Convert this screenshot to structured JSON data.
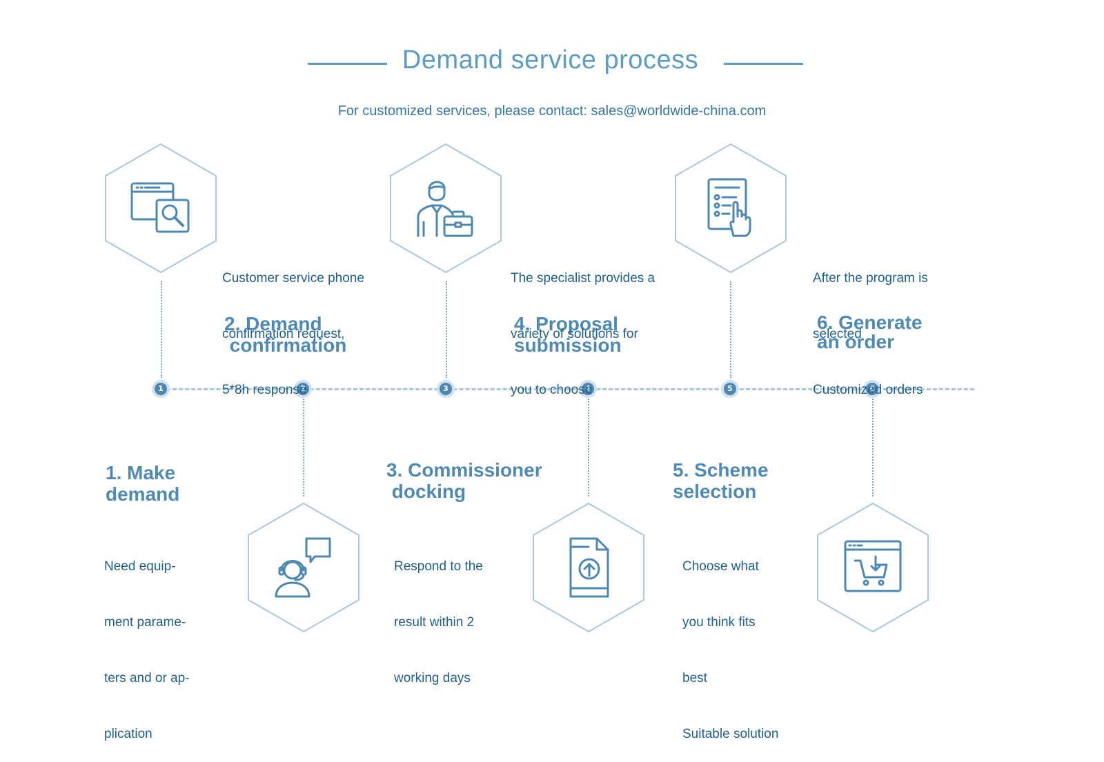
{
  "header": {
    "title": "Demand service process",
    "subtitle": "For customized services, please contact: sales@worldwide-china.com"
  },
  "colors": {
    "accent": "#5b9bc4",
    "text": "#1f5f8b",
    "heading": "#4f8ab5",
    "node": "#4d88b3",
    "hexagon_stroke": "#a9c8dc"
  },
  "steps": [
    {
      "number": "1",
      "title_lines": [
        "1. Make",
        "demand"
      ],
      "description_lines": [
        "Need equip-",
        "ment parame-",
        "ters and or ap-",
        "plication"
      ],
      "icon": "browser-search-icon"
    },
    {
      "number": "2",
      "title_lines": [
        "2. Demand",
        " confirmation"
      ],
      "description_lines": [
        "Customer service phone",
        "confirmation request,",
        "5*8h response"
      ],
      "icon": "customer-service-headset-icon"
    },
    {
      "number": "3",
      "title_lines": [
        "3. Commissioner",
        " docking"
      ],
      "description_lines": [
        "Respond to the",
        "result within 2",
        "working days"
      ],
      "icon": "businessman-briefcase-icon"
    },
    {
      "number": "4",
      "title_lines": [
        "4. Proposal",
        "submission"
      ],
      "description_lines": [
        "The specialist provides a",
        "variety of solutions for",
        "you to choose"
      ],
      "icon": "document-upload-icon"
    },
    {
      "number": "5",
      "title_lines": [
        "5. Scheme",
        "selection"
      ],
      "description_lines": [
        "Choose what",
        "you think fits",
        "best",
        "Suitable solution"
      ],
      "icon": "checklist-hand-icon"
    },
    {
      "number": "6",
      "title_lines": [
        "6. Generate",
        "an order"
      ],
      "description_lines": [
        "After the program is",
        "selected",
        "Customized orders"
      ],
      "icon": "shopping-cart-order-icon"
    }
  ]
}
